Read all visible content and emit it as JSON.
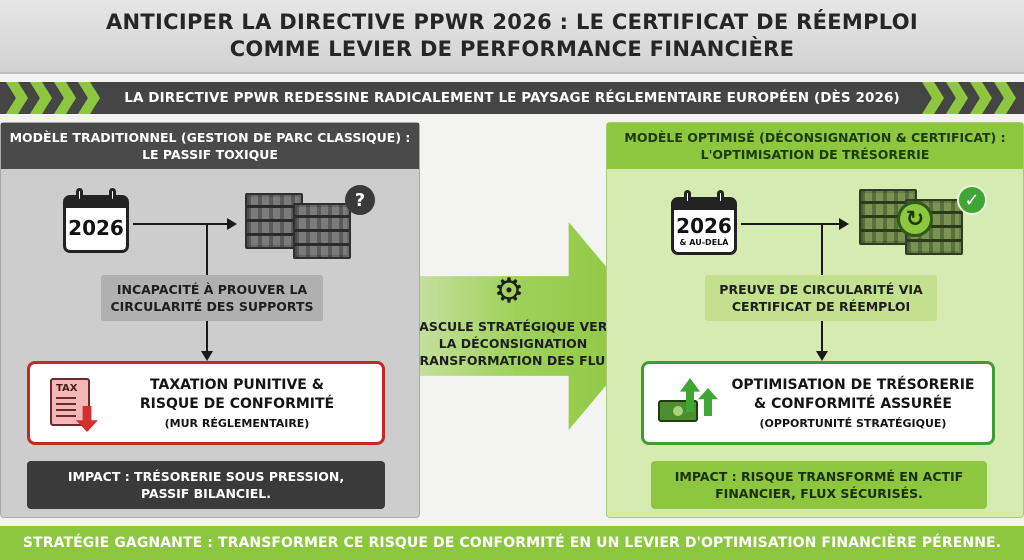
{
  "header": {
    "line1": "ANTICIPER LA DIRECTIVE PPWR 2026 : LE CERTIFICAT DE RÉEMPLOI",
    "line2": "COMME LEVIER DE PERFORMANCE FINANCIÈRE"
  },
  "banner": {
    "text": "LA DIRECTIVE PPWR REDESSINE RADICALEMENT LE PAYSAGE RÉGLEMENTAIRE EUROPÉEN (DÈS 2026)"
  },
  "left_panel": {
    "title_line1": "MODÈLE TRADITIONNEL (GESTION DE PARC CLASSIQUE) :",
    "title_line2": "LE PASSIF TOXIQUE",
    "calendar_year": "2026",
    "badge_symbol": "?",
    "step_line1": "INCAPACITÉ À PROUVER LA",
    "step_line2": "CIRCULARITÉ DES SUPPORTS",
    "tax_icon_label": "TAX",
    "result_line1": "TAXATION PUNITIVE &",
    "result_line2": "RISQUE DE CONFORMITÉ",
    "result_sub": "(MUR RÉGLEMENTAIRE)",
    "impact_line1": "IMPACT : TRÉSORERIE SOUS PRESSION,",
    "impact_line2": "PASSIF BILANCIEL."
  },
  "middle": {
    "line1": "BASCULE STRATÉGIQUE VERS",
    "line2": "LA DÉCONSIGNATION",
    "line3": "(TRANSFORMATION DES FLUX)"
  },
  "right_panel": {
    "title_line1": "MODÈLE OPTIMISÉ (DÉCONSIGNATION & CERTIFICAT) :",
    "title_line2": "L'OPTIMISATION DE TRÉSORERIE",
    "calendar_year": "2026",
    "calendar_sub": "& AU-DELÀ",
    "badge_symbol": "✓",
    "step_line1": "PREUVE DE CIRCULARITÉ VIA",
    "step_line2": "CERTIFICAT DE RÉEMPLOI",
    "result_line1": "OPTIMISATION DE TRÉSORERIE",
    "result_line2": "& CONFORMITÉ ASSURÉE",
    "result_sub": "(OPPORTUNITÉ STRATÉGIQUE)",
    "impact_line1": "IMPACT : RISQUE TRANSFORMÉ EN ACTIF",
    "impact_line2": "FINANCIER, FLUX SÉCURISÉS."
  },
  "footer": {
    "text": "STRATÉGIE GAGNANTE : TRANSFORMER CE RISQUE DE CONFORMITÉ EN UN LEVIER D'OPTIMISATION FINANCIÈRE PÉRENNE."
  },
  "icons": {
    "calendar": "calendar-icon",
    "pallets": "pallet-stack-icon",
    "question": "question-icon",
    "check": "check-icon",
    "recycle": "recycle-icon",
    "tax": "tax-document-icon",
    "money": "money-growth-icon",
    "gear": "gear-icon"
  },
  "colors": {
    "brand_green": "#8dc63f",
    "dark_gray": "#454545",
    "alert_red": "#c62828",
    "success_green": "#3f9c35"
  }
}
